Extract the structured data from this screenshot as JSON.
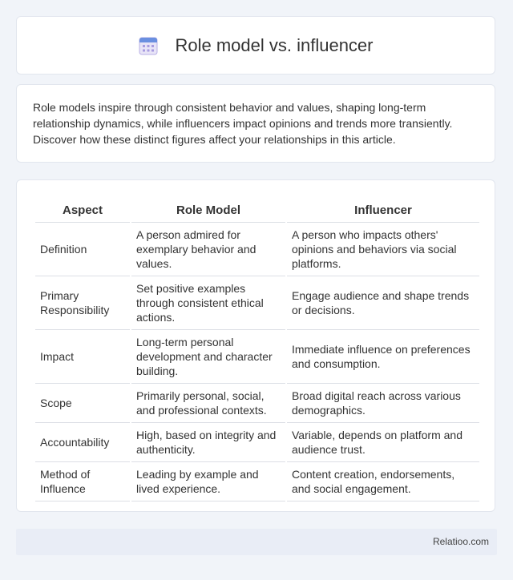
{
  "header": {
    "title": "Role model vs. influencer",
    "icon": "calendar-grid-icon"
  },
  "intro": {
    "text": "Role models inspire through consistent behavior and values, shaping long-term relationship dynamics, while influencers impact opinions and trends more transiently. Discover how these distinct figures affect your relationships in this article."
  },
  "table": {
    "headers": [
      "Aspect",
      "Role Model",
      "Influencer"
    ],
    "rows": [
      [
        "Definition",
        "A person admired for exemplary behavior and values.",
        "A person who impacts others' opinions and behaviors via social platforms."
      ],
      [
        "Primary Responsibility",
        "Set positive examples through consistent ethical actions.",
        "Engage audience and shape trends or decisions."
      ],
      [
        "Impact",
        "Long-term personal development and character building.",
        "Immediate influence on preferences and consumption."
      ],
      [
        "Scope",
        "Primarily personal, social, and professional contexts.",
        "Broad digital reach across various demographics."
      ],
      [
        "Accountability",
        "High, based on integrity and authenticity.",
        "Variable, depends on platform and audience trust."
      ],
      [
        "Method of Influence",
        "Leading by example and lived experience.",
        "Content creation, endorsements, and social engagement."
      ]
    ]
  },
  "footer": {
    "brand": "Relatioo.com"
  }
}
